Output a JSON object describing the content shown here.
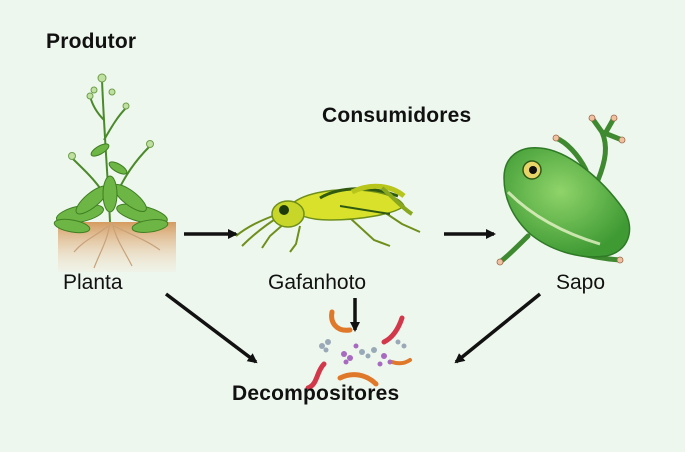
{
  "producer_heading": "Produtor",
  "consumers_heading": "Consumidores",
  "decomposers_heading": "Decompositores",
  "organisms": {
    "plant": "Planta",
    "grasshopper": "Gafanhoto",
    "frog": "Sapo"
  },
  "colors": {
    "background": "#eef7ee",
    "arrow": "#111111",
    "plant_green": "#5aa83a",
    "soil": "#c98a4e",
    "grasshopper_yellow": "#d9e12a",
    "frog_green": "#5fb84a",
    "worm_orange": "#e0782a",
    "worm_red": "#d2384a"
  }
}
